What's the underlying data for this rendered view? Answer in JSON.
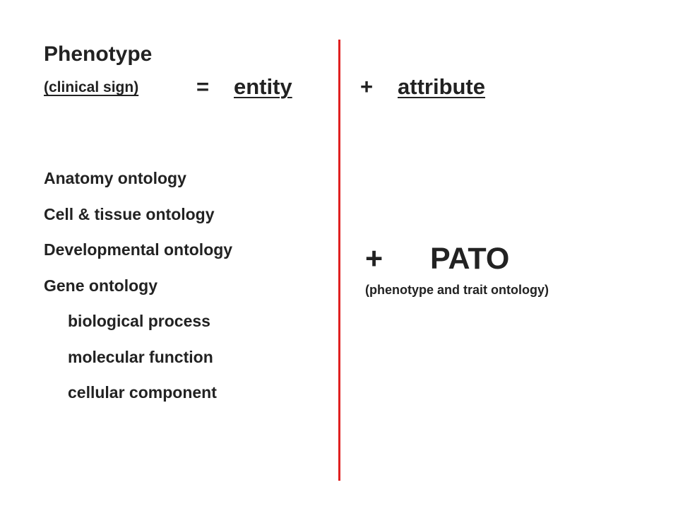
{
  "header": {
    "title": "Phenotype",
    "subtitle": "(clinical sign)",
    "equals": "=",
    "entity": "entity",
    "plus": "+",
    "attribute": "attribute"
  },
  "divider_color": "#e02020",
  "ontologies": [
    "Anatomy ontology",
    "Cell & tissue ontology",
    "Developmental ontology",
    "Gene ontology",
    "biological process",
    "molecular function",
    "cellular component"
  ],
  "pato": {
    "plus": "+",
    "title": "PATO",
    "description": "(phenotype and trait ontology)"
  }
}
